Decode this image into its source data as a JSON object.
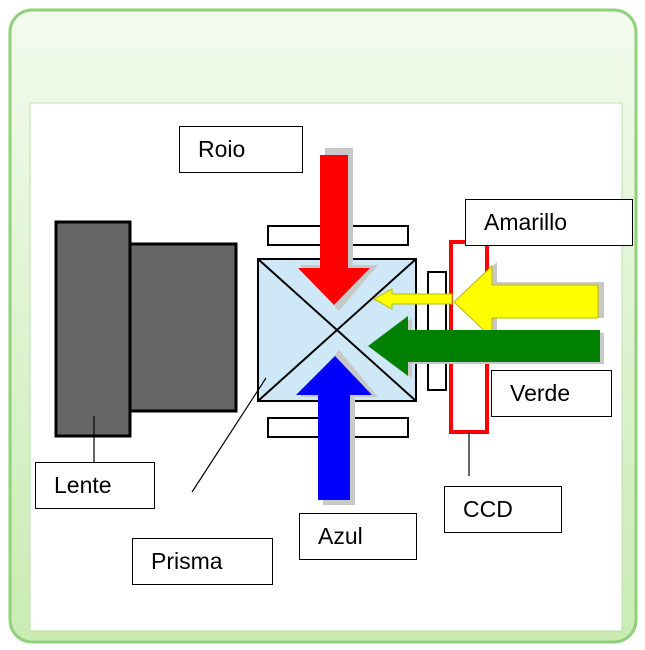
{
  "colors": {
    "panel_green_light": "#eef9e6",
    "panel_green_mid": "#cfeebb",
    "panel_border": "#7ec86a",
    "red": "#ff0000",
    "blue": "#0000ff",
    "yellow": "#ffff00",
    "green": "#008000",
    "prism_fill": "#cfe8f7",
    "lens_fill": "#666666",
    "ccd_outline": "#ff0000"
  },
  "labels": {
    "red": "Roio",
    "yellow": "Amarillo",
    "green": "Verde",
    "blue": "Azul",
    "ccd": "CCD",
    "lens": "Lente",
    "prism": "Prisma"
  }
}
